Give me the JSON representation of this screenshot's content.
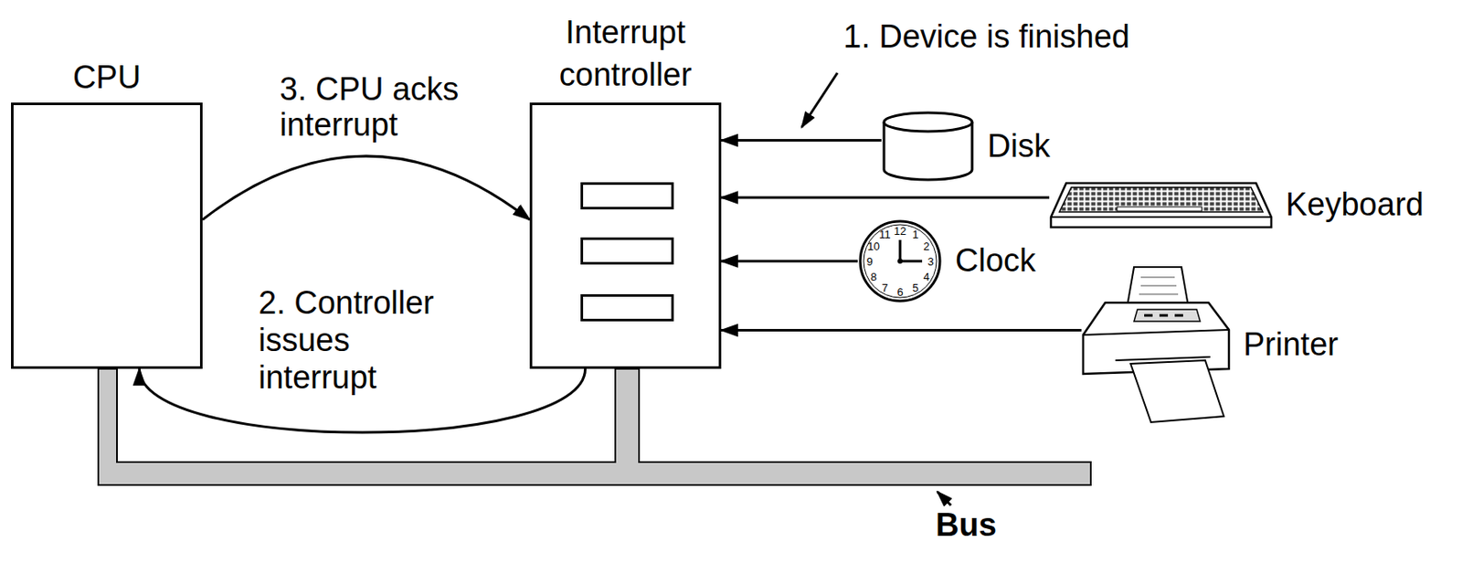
{
  "diagram": {
    "nodes": [
      {
        "text": [
          "CPU"
        ]
      },
      {
        "text": [
          "Interrupt controller"
        ]
      },
      {
        "text": [
          "Disk"
        ]
      },
      {
        "text": [
          "Keyboard"
        ]
      },
      {
        "text": [
          "Clock"
        ]
      },
      {
        "text": [
          "Printer"
        ]
      }
    ],
    "edges": [
      {
        "from": 2,
        "to": 1,
        "arrow": "to"
      },
      {
        "from": 3,
        "to": 1,
        "arrow": "to"
      },
      {
        "from": 4,
        "to": 1,
        "arrow": "to"
      },
      {
        "from": 5,
        "to": 1,
        "arrow": "to"
      },
      {
        "from": 0,
        "to": 1,
        "label": "3. CPU acks interrupt",
        "arrow": "to"
      },
      {
        "from": 1,
        "to": 0,
        "label": "2. Controller issues interrupt",
        "arrow": "to"
      }
    ],
    "labels": [
      "1. Device is finished",
      "12",
      "1",
      "2",
      "3",
      "4",
      "5",
      "6",
      "7",
      "8",
      "9",
      "10",
      "11",
      "Bus"
    ]
  }
}
